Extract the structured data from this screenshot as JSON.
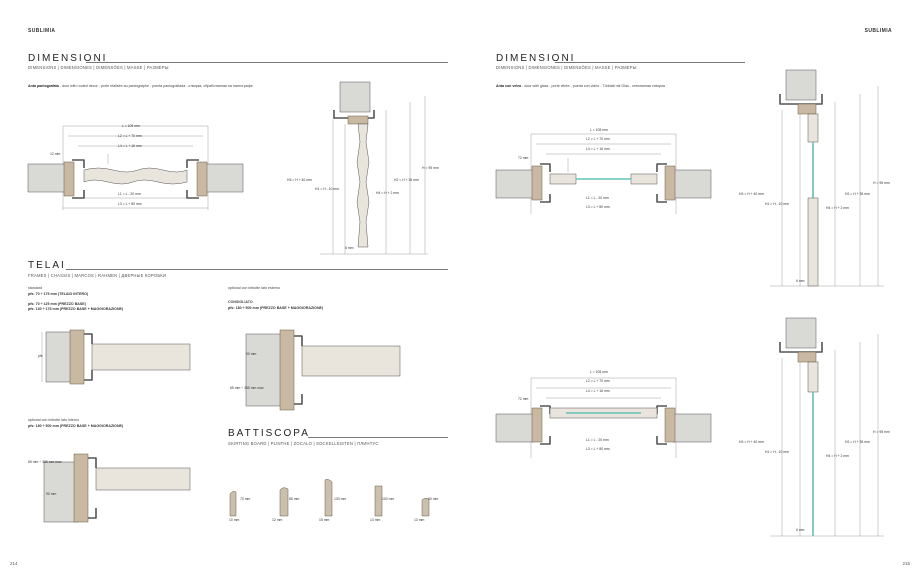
{
  "left_page": {
    "brand": "SUBLIMIA",
    "page_number": "214",
    "dimensioni": {
      "title": "DIMENSIONI",
      "subtitle": "DIMENSIONS | DIMENSIONES | DIMENSÕES | MASSE | РАЗМЕРЫ",
      "caption_bold": "Anta pantografata",
      "caption_text": " - door with routed decor - porte réalisée au pantographe - puerta pantografiada - створка, обработанная на пантографе",
      "plan_dims": {
        "l": "L = 105 mm",
        "l2": "L2 = L + 70 mm",
        "l4": "L4 = L + 16 mm",
        "side": "12 mm",
        "l1": "L1 = L - 20 mm",
        "l3": "L3 = L + 80 mm"
      },
      "section_dims": {
        "h3": "H3 = H + 40 mm",
        "h1": "H1 = H - 10 mm",
        "h": "H = 95 mm",
        "h2": "H2 = H + 35 mm",
        "h4": "H4 = H + 2 mm",
        "bottom": "6 mm"
      }
    },
    "telai": {
      "title": "TELAI",
      "subtitle": "FRAMES | CHASSIS | MARCOS | RAHMEN | ДВЕРНЫЕ КОРОБКИ",
      "standard_title": "standard",
      "standard_lines": [
        "pfs: 70 ÷ 175 mm (TELAIO INTERO)",
        "pfs: 70 ÷ 125 mm (PREZZO BASE)",
        "pfs: 130 ÷ 175 mm (PREZZO BASE + MAGGIORAZIONE)"
      ],
      "standard_dim": "pfs",
      "optional_title": "optional con imbotte lato esterno",
      "consigliato_title": "CONSIGLIATO",
      "consigliato_line": "pfs: 180 ÷ 500 mm (PREZZO BASE + MAGGIORAZIONE)",
      "optional_dims": [
        "90 mm",
        "65 mm ÷ 385 mm max"
      ],
      "optional2_title": "optional con imbotte lato interno",
      "optional2_line": "pfs: 180 ÷ 500 mm (PREZZO BASE + MAGGIORAZIONE)",
      "optional2_dims": [
        "65 mm ÷ 385 mm max",
        "90 mm"
      ]
    },
    "battiscopa": {
      "title": "BATTISCOPA",
      "subtitle": "SKIRTING BOARD | PLINTHE | ZOCALO | SOCKELLEISTEN | ПЛИНТУС",
      "boards": [
        {
          "height": "70 mm",
          "thickness": "10 mm"
        },
        {
          "height": "85 mm",
          "thickness": "12 mm"
        },
        {
          "height": "130 mm",
          "thickness": "15 mm"
        },
        {
          "height": "100 mm",
          "thickness": "13 mm"
        },
        {
          "height": "40 mm",
          "thickness": "13 mm"
        }
      ]
    }
  },
  "right_page": {
    "brand": "SUBLIMIA",
    "page_number": "215",
    "dimensioni": {
      "title": "DIMENSIONI",
      "subtitle": "DIMENSIONS | DIMENSIONES | DIMENSÕES | MASSE | РАЗМЕРЫ",
      "caption_bold": "Anta con vetro",
      "caption_text": " - door with glass - porte vitrée - puerta con vidrio - Türblatt mit Glas - стеклянная створка",
      "plan_dims": {
        "l": "L = 105 mm",
        "l2": "L2 = L + 70 mm",
        "l4": "L4 = L + 16 mm",
        "side": "72 mm",
        "l1": "L1 = L - 20 mm",
        "l3": "L3 = L + 80 mm"
      },
      "section_dims": {
        "h3": "H3 = H + 40 mm",
        "h1": "H1 = H - 10 mm",
        "h": "H = 95 mm",
        "h2": "H2 = H + 35 mm",
        "h4": "H4 = H + 2 mm",
        "bottom": "6 mm"
      }
    }
  },
  "colors": {
    "glass": "#63c2b8",
    "wood": "#c9b9a3",
    "wall": "#d9d9d6"
  }
}
